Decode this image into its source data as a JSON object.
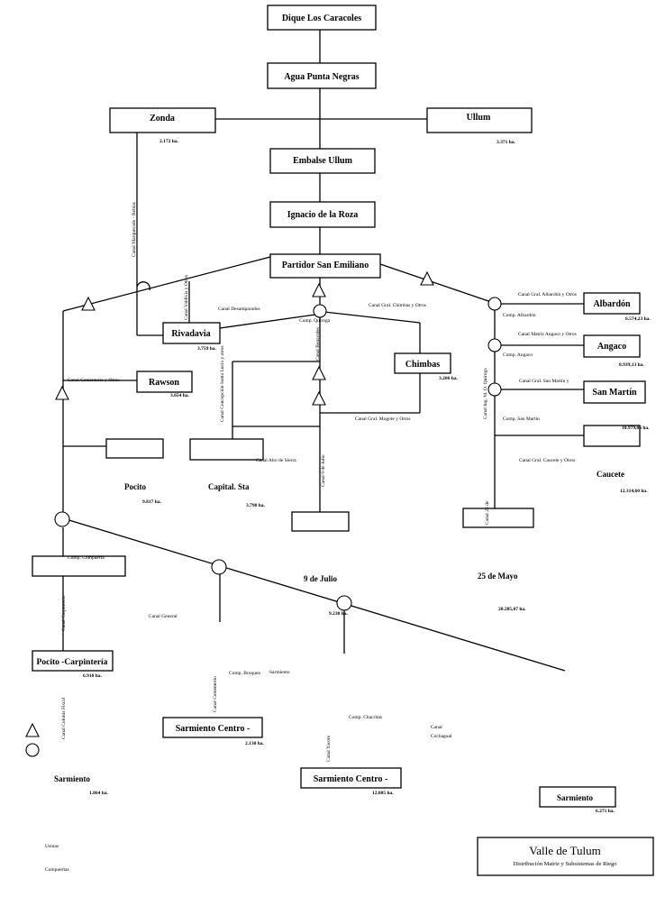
{
  "boxes": {
    "dique": "Dique Los Caracoles",
    "agua_punta_negras": "Agua Punta Negras",
    "zonda": "Zonda",
    "ullum": "Ullum",
    "embalse_ullum": "Embalse Ullum",
    "ignacio_de_la_roza": "Ignacio de la Roza",
    "partidor_san_emiliano": "Partidor San Emiliano",
    "rivadavia": "Rivadavia",
    "rawson": "Rawson",
    "chimbas": "Chimbas",
    "albardon": "Albardón",
    "angaco": "Angaco",
    "san_martin": "San Martín",
    "pocito_carpinteria": "Pocito -Carpintería",
    "sarmiento_centro_1": "Sarmiento Centro -",
    "sarmiento_centro_2": "Sarmiento Centro -",
    "sarmiento": "Sarmiento"
  },
  "areas": {
    "zonda": "2.172 ha.",
    "ullum": "3.371 ha.",
    "rivadavia": "3.759 ha.",
    "rawson": "3.654 ha.",
    "chimbas": "3.206 ha.",
    "albardon": "6.574,23 ha.",
    "angaco": "8.939,13 ha.",
    "san_martin": "10.979,06 ha.",
    "caucete": "12.314,60 ha.",
    "pocito": "9.817 ha.",
    "capital": "3.790 ha.",
    "nueve_de_julio": "9.230 ha.",
    "veinticinco_de_mayo": "20.285,07 ha.",
    "pocito_carpinteria": "6.910 ha.",
    "sarmiento_centro_1": "2.130 ha.",
    "sarmiento_centro_2": "12.805 ha.",
    "sarmiento_left": "1.864 ha.",
    "sarmiento_right": "6.271 ha."
  },
  "regions": {
    "pocito": "Pocito",
    "capital": "Capital. Sta",
    "caucete": "Caucete",
    "nueve_de_julio": "9 de Julio",
    "veinticinco_de_mayo": "25 de Mayo",
    "sarmiento": "Sarmiento"
  },
  "canals": {
    "marquesado": "Canal Marquesado - Bebias",
    "valdivia": "Canal Valdivia y Otros",
    "desamparados": "Canal Desamparados",
    "quiroga": "Comp. Quiroga",
    "chimbas_otros": "Canal Gral. Chimbas y Otros",
    "benavides": "Canal Benavides",
    "cementerio": "Canal Cementerio y Otros",
    "concepcion": "Canal Concepción Santa Lucía y otros",
    "mogote": "Canal Gral. Mogote y Otros",
    "alto_sierra": "Canal Alto de Sierra",
    "nueve_de_julio": "Canal 9 de Julio",
    "albardon_otros": "Canal Gral. Albardón y Otros",
    "comp_albardon": "Comp. Albardón",
    "matriz_angaco": "Canal Matriz Angaco y Otros",
    "comp_angaco": "Comp. Angaco",
    "ing_quiroga": "Canal Ing. M. O. Quiroga",
    "san_martin": "Canal Gral. San Martín y",
    "comp_san_martin": "Comp. San Martín",
    "caucete_otros": "Canal Gral. Caucete y Otros",
    "veinticinco_de_mayo": "Canal 25 de",
    "comp_compuerta": "Comp. Compuerta",
    "carpinteria": "Canal Carpintería",
    "general": "Canal General",
    "cementerio_sur": "Canal Cementerio",
    "comp_broquen": "Comp. Broquen",
    "sarmiento": "Sarmiento",
    "colonia_fiscal": "Canal Colonia Fiscal",
    "comp_chacritas": "Comp. Chacritas",
    "canal_label": "Canal",
    "cochagual": "Cochagual",
    "yacoto": "Canal Yacoto"
  },
  "legend": {
    "usinas": "Usinas",
    "compuertas": "Compuertas"
  },
  "title": {
    "main": "Valle de Tulum",
    "subtitle": "Distribución Matriz y Subsistemas de Riego"
  }
}
